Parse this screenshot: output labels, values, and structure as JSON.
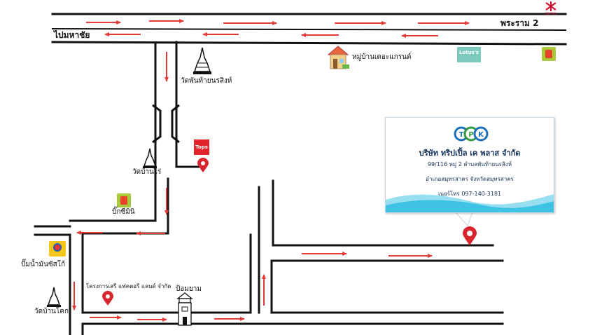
{
  "map": {
    "roads": {
      "rama2": "พระราม 2",
      "pai_mahachai": "ไปมหาชัย"
    },
    "landmarks": {
      "wat_phan_thai": "วัดพันท้ายนรสิงห์",
      "wat_ban_rai": "วัดบ้านไร่",
      "big_c_mini": "บิ๊กซีมินิ",
      "gas_station": "ปั๊มน้ำมันซัสโก้",
      "wat_ban_khok": "วัดบ้านโคก",
      "factory": "โครงการเสรี แฟคตอรี แลนด์ จำกัด",
      "watch_tower": "ป้อมยาม",
      "village": "หมู่บ้านเดอะแกรนด์",
      "tops_logo": "Tops",
      "lotus_logo": "Lotus's",
      "central_logo": "CENTRAL"
    }
  },
  "company": {
    "logo_letters": [
      "T",
      "P",
      "K"
    ],
    "name": "บริษัท ทริปเปิ้ล เค พลาส จำกัด",
    "address1": "99/116 หมู่ 2 ตำบลพันท้ายนรสิงห์",
    "address2": "อำเภอสมุทรสาคร จังหวัดสมุทรสาคร",
    "phone": "เบอร์โทร 097-140-3181"
  },
  "colors": {
    "road": "#111111",
    "arrow": "#e53935",
    "pin": "#d9262e",
    "brand_blue": "#1b6fb8",
    "brand_green": "#2e9b3f",
    "wave": "#3fc3e4"
  },
  "icons": [
    "pin-icon",
    "temple-icon",
    "house-icon",
    "watch-tower-icon",
    "tops-logo-icon",
    "lotus-logo-icon",
    "seven-eleven-icon",
    "gas-station-icon",
    "central-logo-icon"
  ]
}
